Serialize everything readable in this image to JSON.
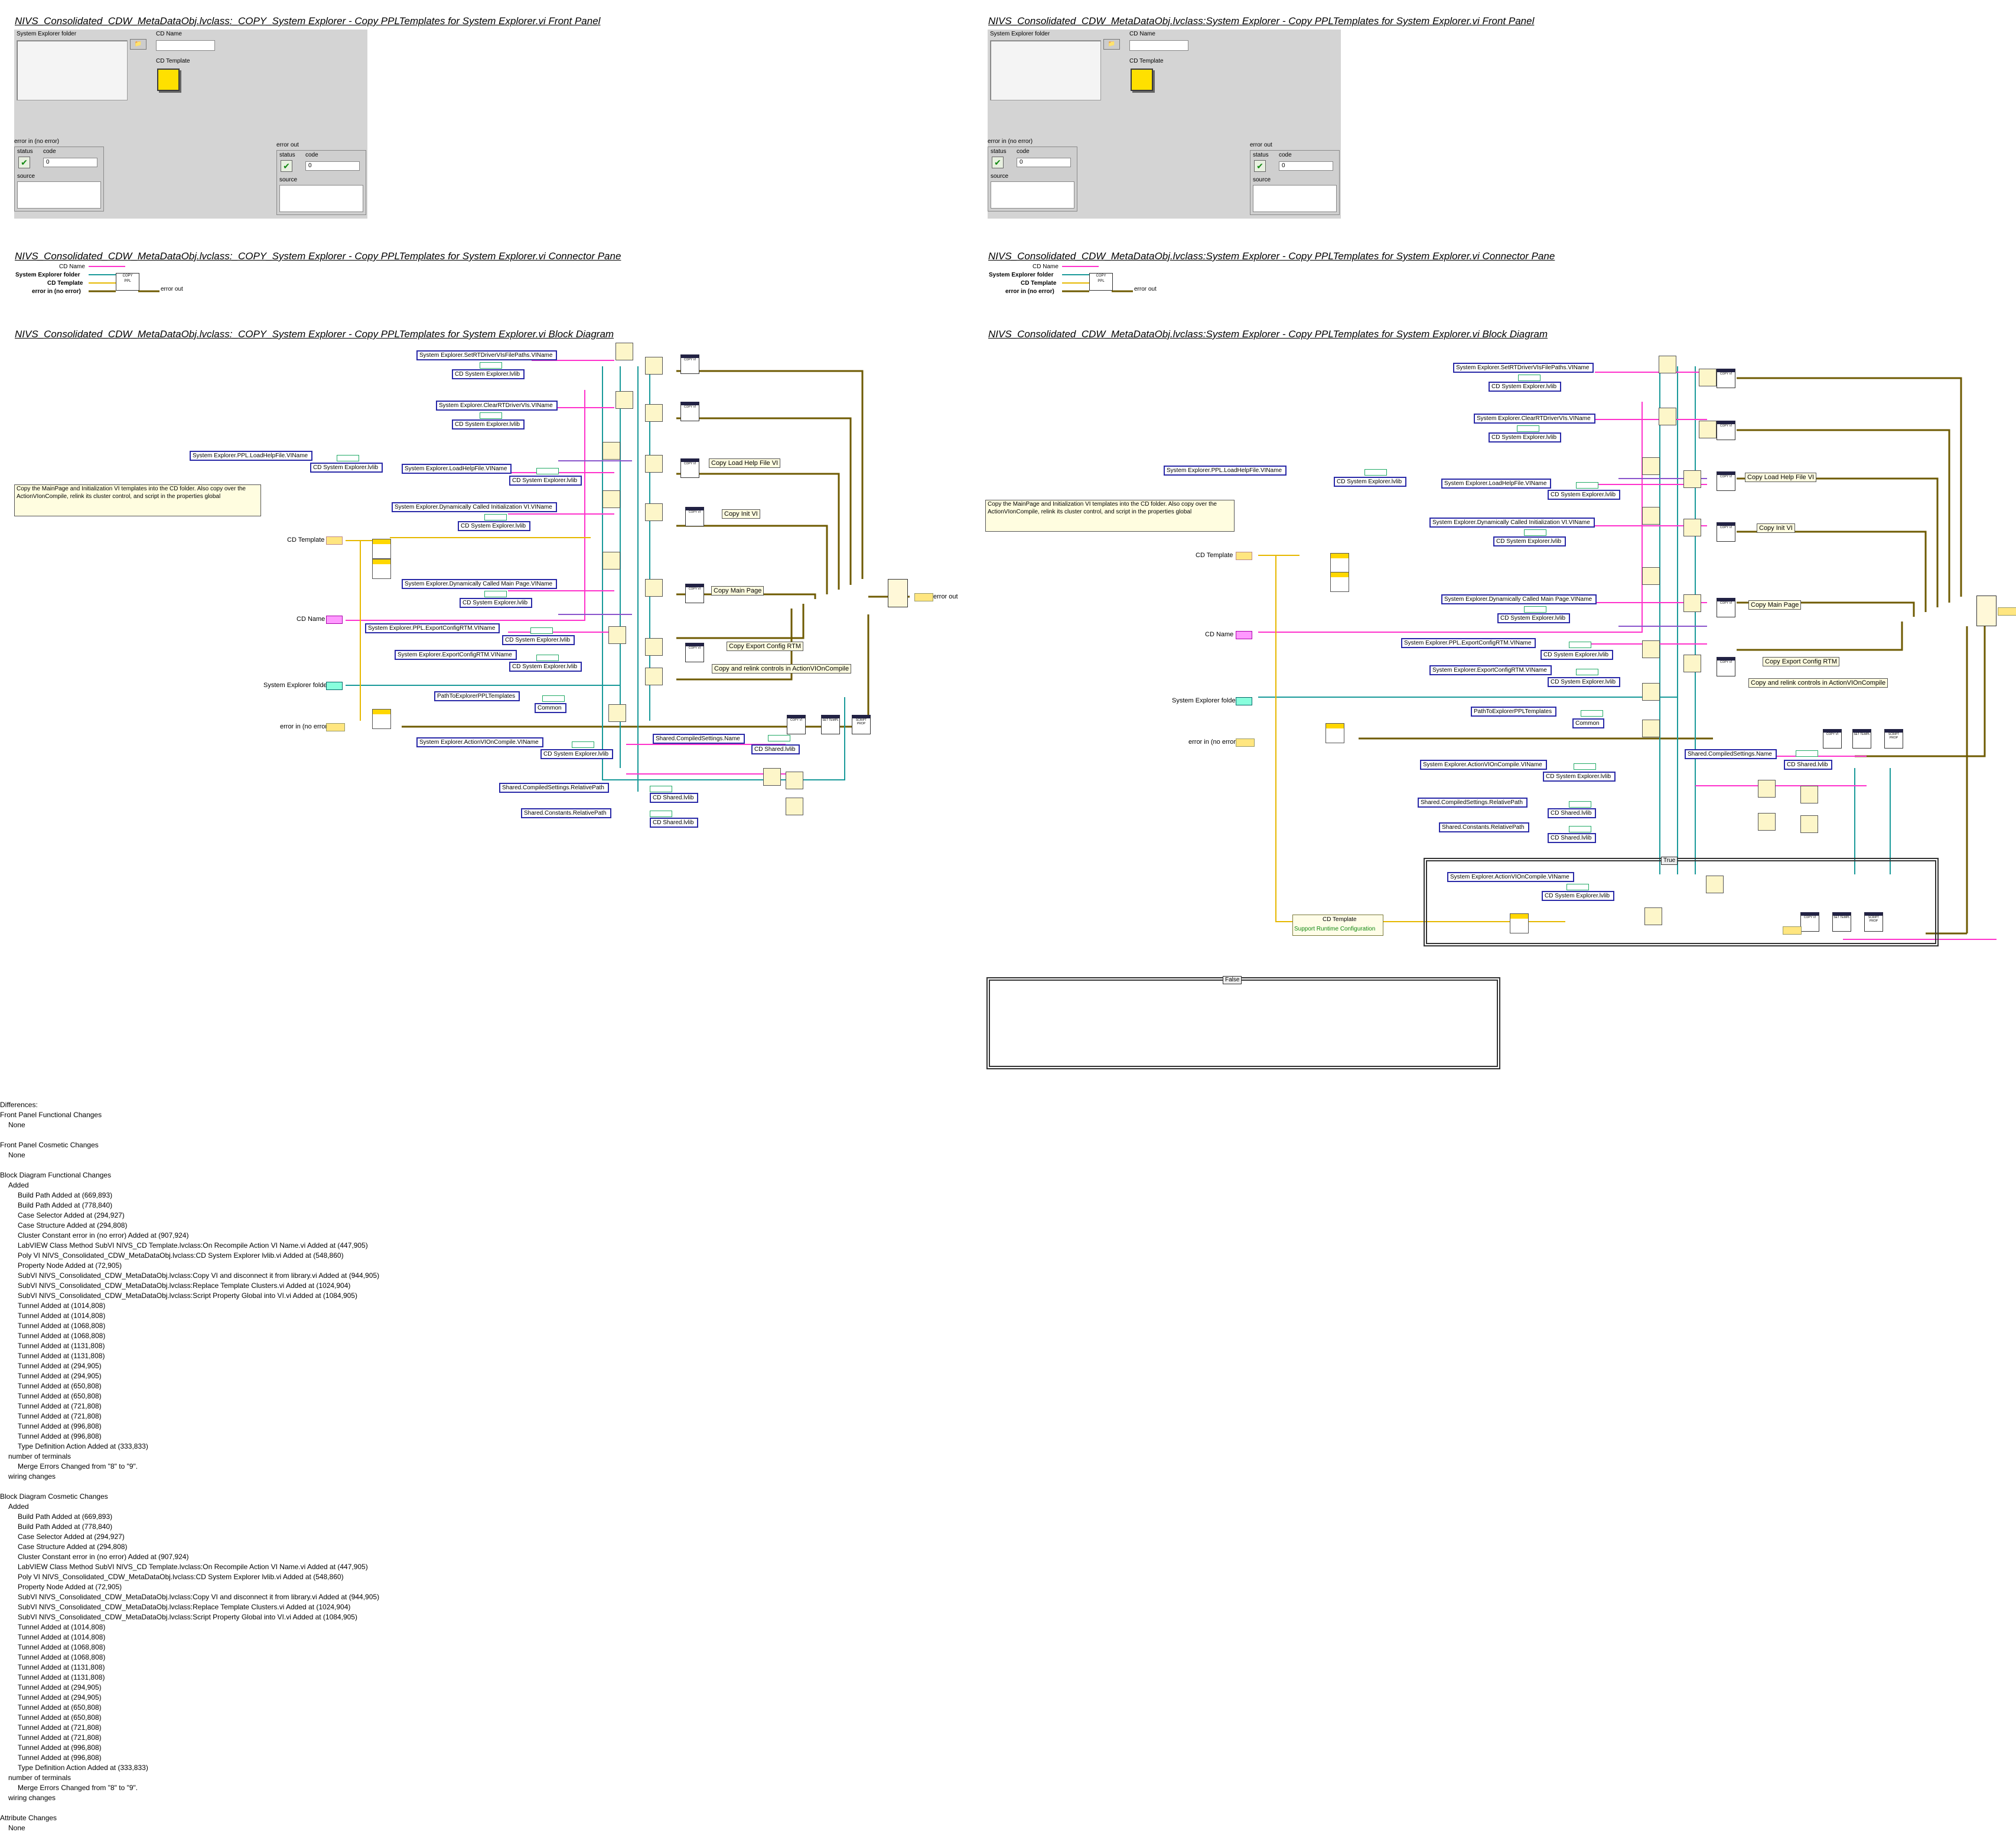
{
  "left": {
    "fp_title": "NIVS_Consolidated_CDW_MetaDataObj.lvclass:_COPY_System Explorer - Copy PPLTemplates for System Explorer.vi Front Panel",
    "cp_title": "NIVS_Consolidated_CDW_MetaDataObj.lvclass:_COPY_System Explorer - Copy PPLTemplates for System Explorer.vi Connector Pane",
    "bd_title": "NIVS_Consolidated_CDW_MetaDataObj.lvclass:_COPY_System Explorer - Copy PPLTemplates for System Explorer.vi Block Diagram"
  },
  "right": {
    "fp_title": "NIVS_Consolidated_CDW_MetaDataObj.lvclass:System Explorer - Copy PPLTemplates for System Explorer.vi Front Panel",
    "cp_title": "NIVS_Consolidated_CDW_MetaDataObj.lvclass:System Explorer - Copy PPLTemplates for System Explorer.vi Connector Pane",
    "bd_title": "NIVS_Consolidated_CDW_MetaDataObj.lvclass:System Explorer - Copy PPLTemplates for System Explorer.vi Block Diagram"
  },
  "front_panel": {
    "system_explorer_folder": "System Explorer folder",
    "cd_name": "CD Name",
    "cd_template": "CD Template",
    "error_in": "error in (no error)",
    "error_out": "error out",
    "status": "status",
    "code": "code",
    "source": "source",
    "code_value": "0"
  },
  "connector": {
    "cd_name": "CD Name",
    "system_explorer_folder": "System Explorer folder",
    "cd_template": "CD Template",
    "error_in": "error in (no error)",
    "error_out": "error out"
  },
  "diagram": {
    "comment": "Copy the MainPage and Initialization VI templates into the CD folder. Also copy over the ActionVIonCompile, relink its cluster control, and script in the properties global",
    "terminals": {
      "cd_template": "CD Template",
      "cd_name": "CD Name",
      "system_explorer_folder": "System Explorer folder",
      "error_in": "error in (no error)",
      "error_out": "error out"
    },
    "constants": {
      "setrt": "System Explorer.SetRTDriverVIsFilePaths.VIName",
      "clearrt": "System Explorer.ClearRTDriverVIs.VIName",
      "loadhelp_ppl": "System Explorer.PPL.LoadHelpFile.VIName",
      "loadhelp": "System Explorer.LoadHelpFile.VIName",
      "dyn_init": "System Explorer.Dynamically Called Initialization VI.VIName",
      "dyn_main": "System Explorer.Dynamically Called Main Page.VIName",
      "ppl_export": "System Explorer.PPL.ExportConfigRTM.VIName",
      "export": "System Explorer.ExportConfigRTM.VIName",
      "path_ppl": "PathToExplorerPPLTemplates",
      "action_vi": "System Explorer.ActionVIOnCompile.VIName",
      "shared_compiled_name": "Shared.CompiledSettings.Name",
      "shared_compiled_path": "Shared.CompiledSettings.RelativePath",
      "shared_constants_path": "Shared.Constants.RelativePath",
      "cd_sys_lib": "CD System Explorer.lvlib",
      "cd_shared_lib": "CD Shared.lvlib",
      "common": "Common"
    },
    "comments": {
      "load_help": "Copy Load Help File VI",
      "init": "Copy Init VI",
      "main": "Copy Main Page",
      "export": "Copy Export Config RTM",
      "relink": "Copy and relink controls in ActionVIOnCompile"
    },
    "case_true": "True",
    "case_false": "False",
    "prop_cd_template": "CD Template",
    "prop_support": "Support Runtime Configuration"
  },
  "differences": [
    {
      "t": "Differences:",
      "l": 0
    },
    {
      "t": "Front Panel Functional Changes",
      "l": 0
    },
    {
      "t": "None",
      "l": 1
    },
    {
      "t": "",
      "l": 0
    },
    {
      "t": "Front Panel Cosmetic Changes",
      "l": 0
    },
    {
      "t": "None",
      "l": 1
    },
    {
      "t": "",
      "l": 0
    },
    {
      "t": "Block Diagram Functional Changes",
      "l": 0
    },
    {
      "t": "Added",
      "l": 1
    },
    {
      "t": "Build Path  Added at (669,893)",
      "l": 2
    },
    {
      "t": "Build Path  Added at (778,840)",
      "l": 2
    },
    {
      "t": "Case Selector  Added at (294,927)",
      "l": 2
    },
    {
      "t": "Case Structure  Added at (294,808)",
      "l": 2
    },
    {
      "t": "Cluster Constant error in (no error) Added at (907,924)",
      "l": 2
    },
    {
      "t": "LabVIEW Class Method SubVI NIVS_CD Template.lvclass:On Recompile Action VI Name.vi Added at (447,905)",
      "l": 2
    },
    {
      "t": "Poly VI NIVS_Consolidated_CDW_MetaDataObj.lvclass:CD System Explorer lvlib.vi Added at (548,860)",
      "l": 2
    },
    {
      "t": "Property Node  Added at (72,905)",
      "l": 2
    },
    {
      "t": "SubVI NIVS_Consolidated_CDW_MetaDataObj.lvclass:Copy VI and disconnect it from library.vi Added at (944,905)",
      "l": 2
    },
    {
      "t": "SubVI NIVS_Consolidated_CDW_MetaDataObj.lvclass:Replace Template Clusters.vi Added at (1024,904)",
      "l": 2
    },
    {
      "t": "SubVI NIVS_Consolidated_CDW_MetaDataObj.lvclass:Script Property Global into VI.vi Added at (1084,905)",
      "l": 2
    },
    {
      "t": "Tunnel  Added at (1014,808)",
      "l": 2
    },
    {
      "t": "Tunnel  Added at (1014,808)",
      "l": 2
    },
    {
      "t": "Tunnel  Added at (1068,808)",
      "l": 2
    },
    {
      "t": "Tunnel  Added at (1068,808)",
      "l": 2
    },
    {
      "t": "Tunnel  Added at (1131,808)",
      "l": 2
    },
    {
      "t": "Tunnel  Added at (1131,808)",
      "l": 2
    },
    {
      "t": "Tunnel  Added at (294,905)",
      "l": 2
    },
    {
      "t": "Tunnel  Added at (294,905)",
      "l": 2
    },
    {
      "t": "Tunnel  Added at (650,808)",
      "l": 2
    },
    {
      "t": "Tunnel  Added at (650,808)",
      "l": 2
    },
    {
      "t": "Tunnel  Added at (721,808)",
      "l": 2
    },
    {
      "t": "Tunnel  Added at (721,808)",
      "l": 2
    },
    {
      "t": "Tunnel  Added at (996,808)",
      "l": 2
    },
    {
      "t": "Tunnel  Added at (996,808)",
      "l": 2
    },
    {
      "t": "Type Definition Action Added at (333,833)",
      "l": 2
    },
    {
      "t": "number of terminals",
      "l": 1
    },
    {
      "t": "Merge Errors  Changed from \"8\" to \"9\".",
      "l": 2
    },
    {
      "t": "wiring changes",
      "l": 1
    },
    {
      "t": "",
      "l": 0
    },
    {
      "t": "Block Diagram Cosmetic Changes",
      "l": 0
    },
    {
      "t": "Added",
      "l": 1
    },
    {
      "t": "Build Path  Added at (669,893)",
      "l": 2
    },
    {
      "t": "Build Path  Added at (778,840)",
      "l": 2
    },
    {
      "t": "Case Selector  Added at (294,927)",
      "l": 2
    },
    {
      "t": "Case Structure  Added at (294,808)",
      "l": 2
    },
    {
      "t": "Cluster Constant error in (no error) Added at (907,924)",
      "l": 2
    },
    {
      "t": "LabVIEW Class Method SubVI NIVS_CD Template.lvclass:On Recompile Action VI Name.vi Added at (447,905)",
      "l": 2
    },
    {
      "t": "Poly VI NIVS_Consolidated_CDW_MetaDataObj.lvclass:CD System Explorer lvlib.vi Added at (548,860)",
      "l": 2
    },
    {
      "t": "Property Node  Added at (72,905)",
      "l": 2
    },
    {
      "t": "SubVI NIVS_Consolidated_CDW_MetaDataObj.lvclass:Copy VI and disconnect it from library.vi Added at (944,905)",
      "l": 2
    },
    {
      "t": "SubVI NIVS_Consolidated_CDW_MetaDataObj.lvclass:Replace Template Clusters.vi Added at (1024,904)",
      "l": 2
    },
    {
      "t": "SubVI NIVS_Consolidated_CDW_MetaDataObj.lvclass:Script Property Global into VI.vi Added at (1084,905)",
      "l": 2
    },
    {
      "t": "Tunnel  Added at (1014,808)",
      "l": 2
    },
    {
      "t": "Tunnel  Added at (1014,808)",
      "l": 2
    },
    {
      "t": "Tunnel  Added at (1068,808)",
      "l": 2
    },
    {
      "t": "Tunnel  Added at (1068,808)",
      "l": 2
    },
    {
      "t": "Tunnel  Added at (1131,808)",
      "l": 2
    },
    {
      "t": "Tunnel  Added at (1131,808)",
      "l": 2
    },
    {
      "t": "Tunnel  Added at (294,905)",
      "l": 2
    },
    {
      "t": "Tunnel  Added at (294,905)",
      "l": 2
    },
    {
      "t": "Tunnel  Added at (650,808)",
      "l": 2
    },
    {
      "t": "Tunnel  Added at (650,808)",
      "l": 2
    },
    {
      "t": "Tunnel  Added at (721,808)",
      "l": 2
    },
    {
      "t": "Tunnel  Added at (721,808)",
      "l": 2
    },
    {
      "t": "Tunnel  Added at (996,808)",
      "l": 2
    },
    {
      "t": "Tunnel  Added at (996,808)",
      "l": 2
    },
    {
      "t": "Type Definition Action Added at (333,833)",
      "l": 2
    },
    {
      "t": "number of terminals",
      "l": 1
    },
    {
      "t": "Merge Errors  Changed from \"8\" to \"9\".",
      "l": 2
    },
    {
      "t": "wiring changes",
      "l": 1
    },
    {
      "t": "",
      "l": 0
    },
    {
      "t": "Attribute Changes",
      "l": 0
    },
    {
      "t": "None",
      "l": 1
    }
  ],
  "colors": {
    "panel_bg": "#d4d4d4",
    "wire_pink": "#ff33cc",
    "wire_teal": "#1a9a9a",
    "wire_error": "#6e5a00",
    "wire_yellow": "#e6b800",
    "wire_blue": "#2a2aa8"
  }
}
